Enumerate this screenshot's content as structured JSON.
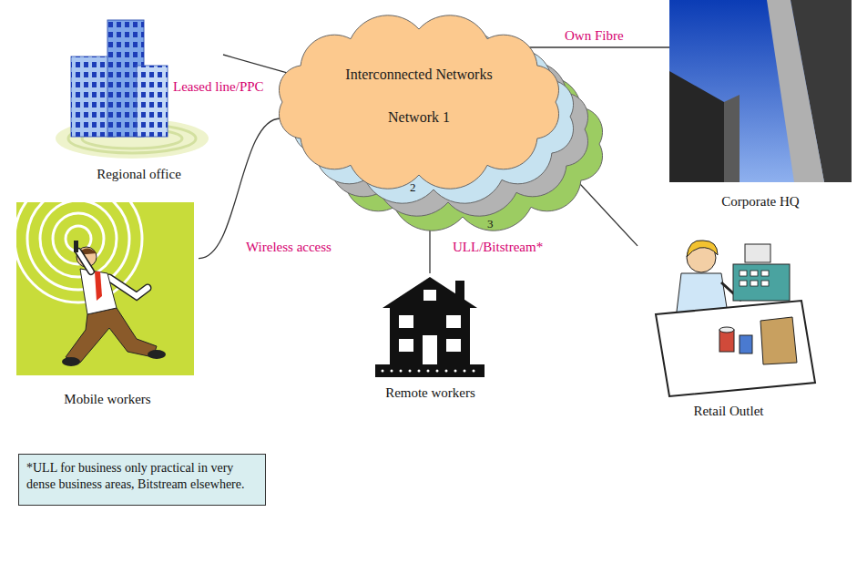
{
  "diagram": {
    "nodes": [
      {
        "text": [
          "Regional office"
        ]
      },
      {
        "text": [
          "Interconnected Networks",
          "Network 1"
        ]
      },
      {
        "text": [
          "Corporate HQ"
        ]
      },
      {
        "text": [
          "Mobile workers"
        ]
      },
      {
        "text": [
          "Remote workers"
        ]
      },
      {
        "text": [
          "Retail Outlet"
        ]
      },
      {
        "text": [
          "*ULL for business only practical in very dense business areas, Bitstream elsewhere."
        ]
      }
    ],
    "edges": [
      {
        "from": 0,
        "to": 1,
        "arrow": "none",
        "label": "Leased line/PPC"
      },
      {
        "from": 1,
        "to": 2,
        "arrow": "none",
        "label": "Own Fibre"
      },
      {
        "from": 3,
        "to": 1,
        "arrow": "none",
        "label": "Wireless access"
      },
      {
        "from": 1,
        "to": 4,
        "arrow": "none",
        "label": "ULL/Bitstream*"
      },
      {
        "from": 1,
        "to": 5,
        "arrow": "none"
      }
    ],
    "labels": [
      "2",
      "3"
    ]
  }
}
